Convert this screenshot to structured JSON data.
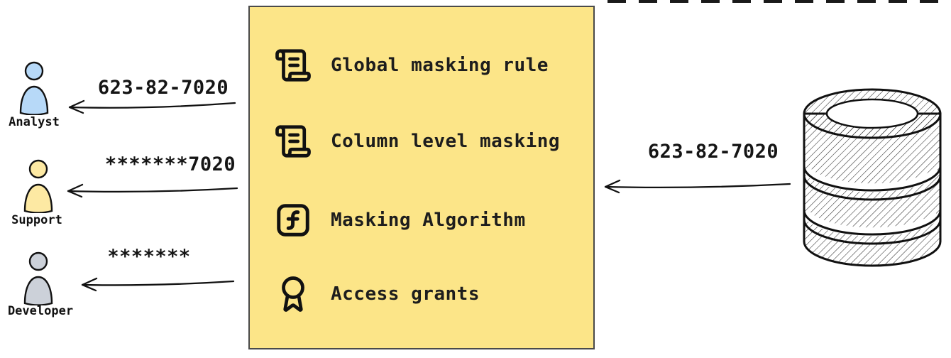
{
  "colors": {
    "panel_background": "#fce588",
    "panel_border": "#4a4a4a",
    "analyst_fill": "#b7d9f8",
    "support_fill": "#fde9a3",
    "developer_fill": "#ccd1d9",
    "line_color": "#111111"
  },
  "personas": [
    {
      "label": "Analyst",
      "received_value": "623-82-7020",
      "color": "#b7d9f8"
    },
    {
      "label": "Support",
      "received_value": "*******7020",
      "color": "#fde9a3"
    },
    {
      "label": "Developer",
      "received_value": "*******",
      "color": "#ccd1d9"
    }
  ],
  "panel": {
    "background": "#fce588",
    "items": [
      {
        "icon": "scroll-icon",
        "label": "Global masking rule"
      },
      {
        "icon": "scroll-icon",
        "label": "Column level masking"
      },
      {
        "icon": "function-icon",
        "label": "Masking Algorithm"
      },
      {
        "icon": "award-icon",
        "label": "Access grants"
      }
    ]
  },
  "database": {
    "outgoing_value": "623-82-7020"
  }
}
